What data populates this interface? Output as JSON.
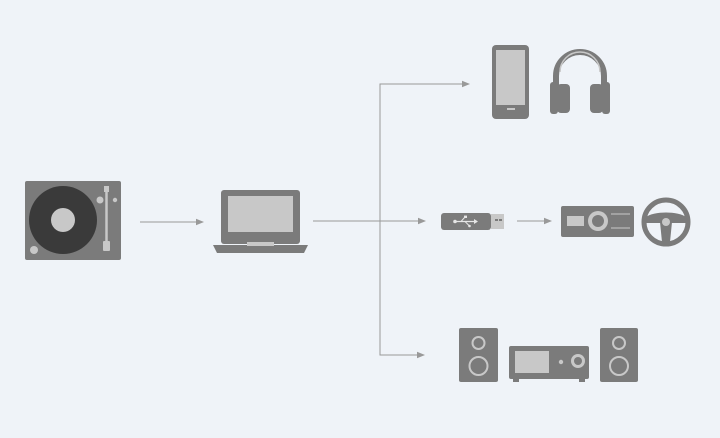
{
  "diagram": {
    "background": "#eff3f8",
    "colors": {
      "icon_fill": "#7b7b7b",
      "icon_dark": "#3a3a3a",
      "icon_light": "#c8c8c8",
      "connector": "#999999"
    },
    "nodes": [
      {
        "id": "turntable",
        "icon": "turntable-icon"
      },
      {
        "id": "laptop",
        "icon": "laptop-icon"
      },
      {
        "id": "portable-player",
        "icon": "portable-player-icon"
      },
      {
        "id": "headphones",
        "icon": "headphones-icon"
      },
      {
        "id": "usb-drive",
        "icon": "usb-drive-icon"
      },
      {
        "id": "car-audio",
        "icon": "car-audio-icon"
      },
      {
        "id": "steering-wheel",
        "icon": "steering-wheel-icon"
      },
      {
        "id": "home-audio-system",
        "icon": "home-audio-system-icon"
      }
    ],
    "edges": [
      {
        "from": "turntable",
        "to": "laptop"
      },
      {
        "from": "laptop",
        "to": "portable-player"
      },
      {
        "from": "laptop",
        "to": "usb-drive"
      },
      {
        "from": "laptop",
        "to": "home-audio-system"
      },
      {
        "from": "usb-drive",
        "to": "car-audio"
      }
    ]
  }
}
